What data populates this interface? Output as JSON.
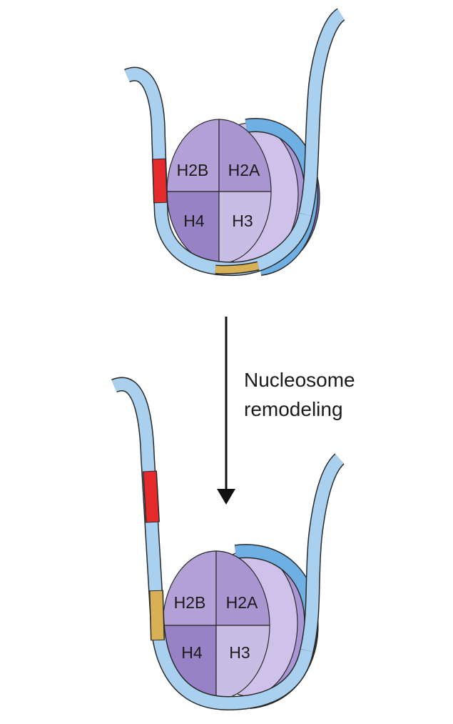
{
  "caption": {
    "line1": "Nucleosome",
    "line2": "remodeling"
  },
  "before": {
    "histones": {
      "top_left": "H2B",
      "top_right": "H2A",
      "bottom_left": "H4",
      "bottom_right": "H3"
    }
  },
  "after": {
    "histones": {
      "top_left": "H2B",
      "top_right": "H2A",
      "bottom_left": "H4",
      "bottom_right": "H3"
    }
  },
  "colors": {
    "dna_light": "#a9d0ee",
    "dna_mid": "#7bb6e6",
    "dna_dark": "#5b9ed9",
    "dna_outline": "#2a2a2a",
    "red_segment": "#e42a2a",
    "gold_segment": "#d8b056",
    "histone_h2b": "#b2a0d6",
    "histone_h2a": "#a995d0",
    "histone_h4": "#9682c4",
    "histone_h3": "#c8bde4",
    "disc_back": "#8a72bf",
    "disc_edge": "#cfc2ea",
    "arrow": "#111111"
  }
}
